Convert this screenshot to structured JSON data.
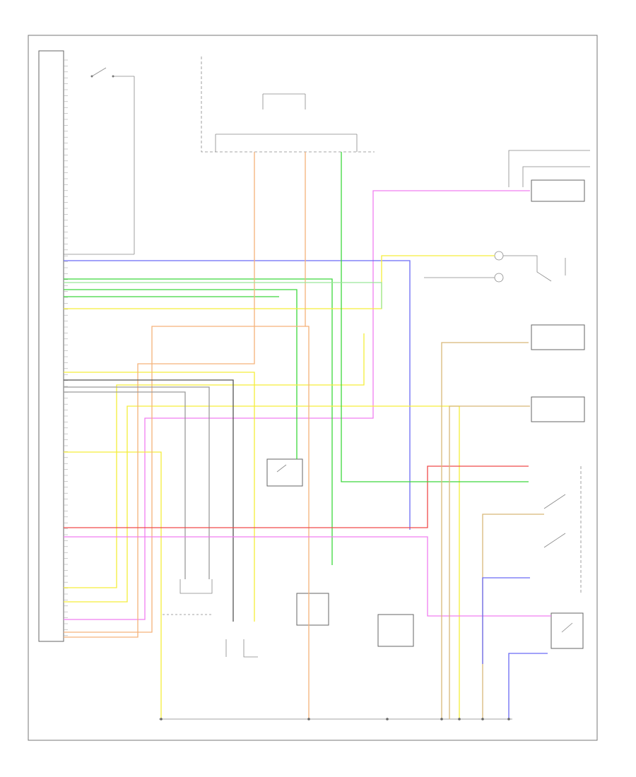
{
  "page": {
    "footer_code": ""
  },
  "components": [
    {
      "id": "connector-block",
      "label": ""
    },
    {
      "id": "airbag-control-module",
      "label": ""
    },
    {
      "id": "ignition-switch",
      "label": ""
    },
    {
      "id": "instrument-cluster",
      "label": ""
    },
    {
      "id": "srs-warning-lamp",
      "label": ""
    },
    {
      "id": "occupant-classification",
      "label": ""
    },
    {
      "id": "driver-airbag",
      "label": ""
    },
    {
      "id": "passenger-airbag",
      "label": ""
    },
    {
      "id": "clockspring",
      "label": ""
    },
    {
      "id": "seat-belt-switch-left",
      "label": ""
    },
    {
      "id": "seat-belt-switch-right",
      "label": ""
    },
    {
      "id": "pretensioner-left",
      "label": ""
    },
    {
      "id": "pretensioner-right",
      "label": ""
    },
    {
      "id": "seat-position-sensor",
      "label": ""
    }
  ],
  "wire_colors": {
    "yellow": "#f5ee3a",
    "orange": "#f5b27a",
    "pink": "#f07ef0",
    "blue": "#6a6af5",
    "green": "#3cd83c",
    "red": "#f04a4a",
    "gray": "#9a9a9a",
    "dark": "#555555",
    "tan": "#d8b878",
    "lightgreen": "#9ae89a"
  }
}
